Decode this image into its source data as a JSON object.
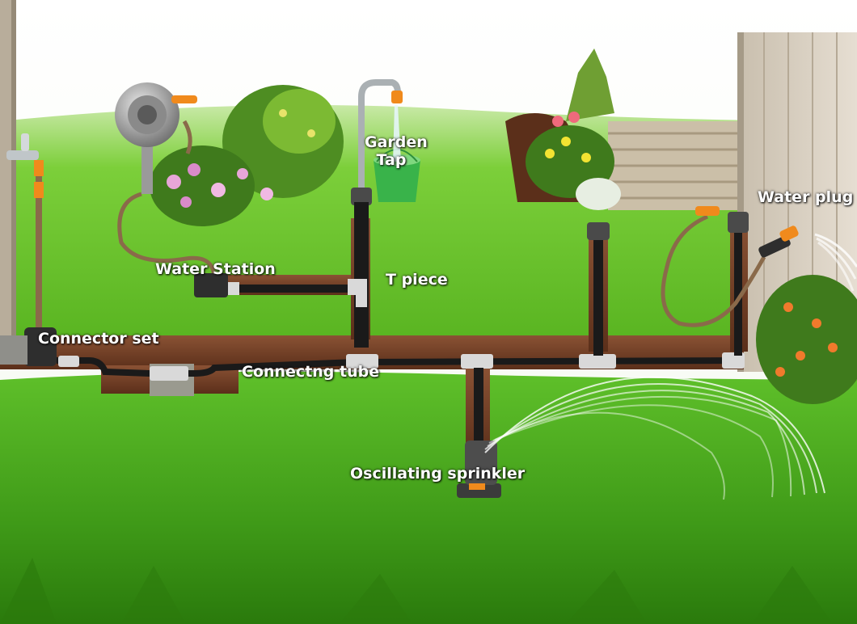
{
  "labels": {
    "garden_tap_line1": "Garden",
    "garden_tap_line2": "Tap",
    "water_station": "Water Station",
    "t_piece": "T piece",
    "water_plug": "Water plug",
    "connector_set": "Connector set",
    "connecting_tube": "Connectng tube",
    "oscillating_sprinkler": "Oscillating sprinkler"
  },
  "colors": {
    "sky": "#ffffff",
    "lawn_light": "#7ed63a",
    "lawn_dark": "#2f8a12",
    "soil": "#6b3a22",
    "pipe": "#1a1a1a",
    "connector": "#d9d9d9",
    "accent_orange": "#f08a1c",
    "hose": "#8a6a4a",
    "fence": "#d8cfc0"
  }
}
